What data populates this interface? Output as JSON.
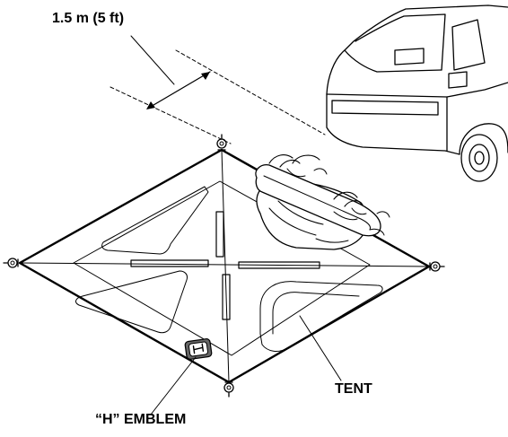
{
  "labels": {
    "distance": "1.5 m (5 ft)",
    "tent": "TENT",
    "emblem": "“H” EMBLEM"
  },
  "colors": {
    "line": "#000000",
    "background": "#ffffff"
  }
}
